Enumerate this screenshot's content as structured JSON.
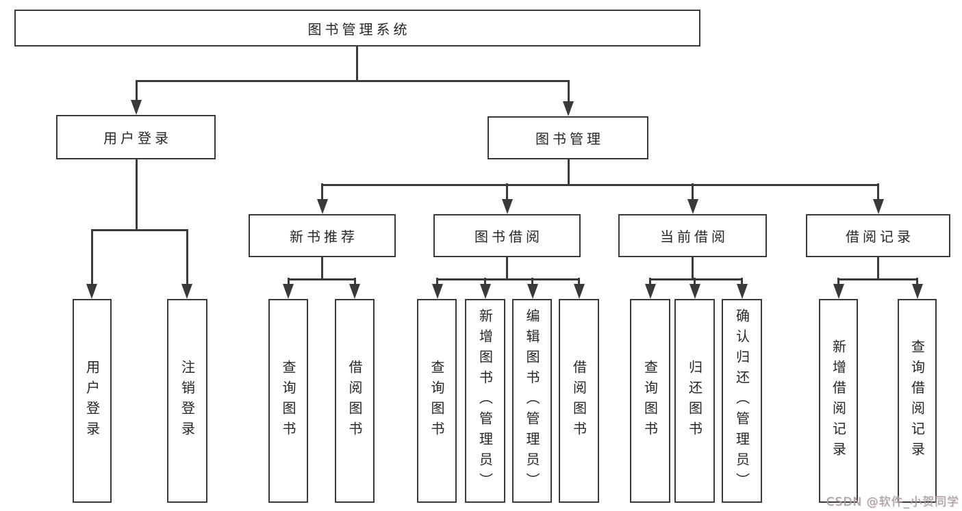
{
  "diagram": {
    "root": {
      "label": "图书管理系统"
    },
    "branches": [
      {
        "label": "用户登录",
        "children": [
          {
            "label": "用户登录"
          },
          {
            "label": "注销登录"
          }
        ]
      },
      {
        "label": "图书管理",
        "children": [
          {
            "label": "新书推荐",
            "children": [
              {
                "label": "查询图书"
              },
              {
                "label": "借阅图书"
              }
            ]
          },
          {
            "label": "图书借阅",
            "children": [
              {
                "label": "查询图书"
              },
              {
                "label": "新增图书（管理员）"
              },
              {
                "label": "编辑图书（管理员）"
              },
              {
                "label": "借阅图书"
              }
            ]
          },
          {
            "label": "当前借阅",
            "children": [
              {
                "label": "查询图书"
              },
              {
                "label": "归还图书"
              },
              {
                "label": "确认归还（管理员）"
              }
            ]
          },
          {
            "label": "借阅记录",
            "children": [
              {
                "label": "新增借阅记录"
              },
              {
                "label": "查询借阅记录"
              }
            ]
          }
        ]
      }
    ]
  },
  "watermark": {
    "text": "CSDN @软件_小贺同学"
  },
  "colors": {
    "line": "#3a3a3a",
    "text": "#26262a",
    "box_background": "#ffffff",
    "page_background": "#ffffff",
    "watermark": "#9fa0a8"
  }
}
